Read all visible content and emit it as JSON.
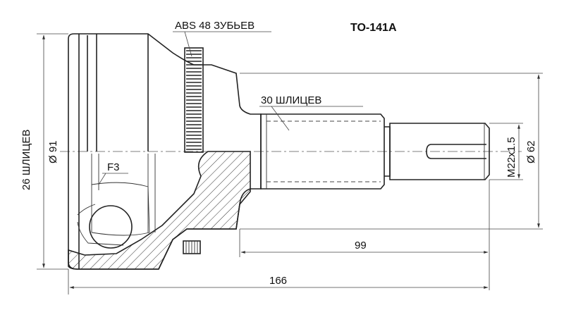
{
  "title": "TO-141A",
  "labels": {
    "abs": "ABS 48 ЗУБЬЕВ",
    "splines_shaft": "30 ШЛИЦЕВ",
    "splines_inner": "26 ШЛИЦЕВ",
    "diameter_outer": "Ø 91",
    "thread": "M22x1.5",
    "diameter_seat": "Ø 62",
    "fillet": "F3",
    "length_shaft": "99",
    "length_total": "166"
  }
}
